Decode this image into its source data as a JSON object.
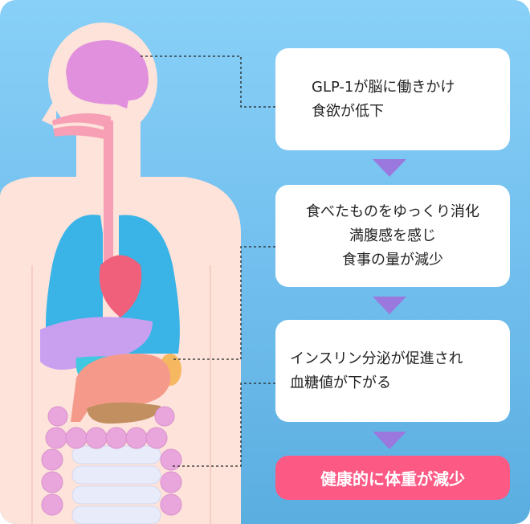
{
  "steps": [
    {
      "lines": [
        "GLP-1が脳に働きかけ",
        "食欲が低下"
      ]
    },
    {
      "lines": [
        "食べたものをゆっくり消化",
        "満腹感を感じ",
        "食事の量が減少"
      ]
    },
    {
      "lines": [
        "インスリン分泌が促進され",
        "血糖値が下がる"
      ]
    }
  ],
  "result": "健康的に体重が減少",
  "colors": {
    "background": "#72bfee",
    "result": "#fc5a85",
    "arrow": "#9a78dd",
    "body": "#fde3da"
  }
}
